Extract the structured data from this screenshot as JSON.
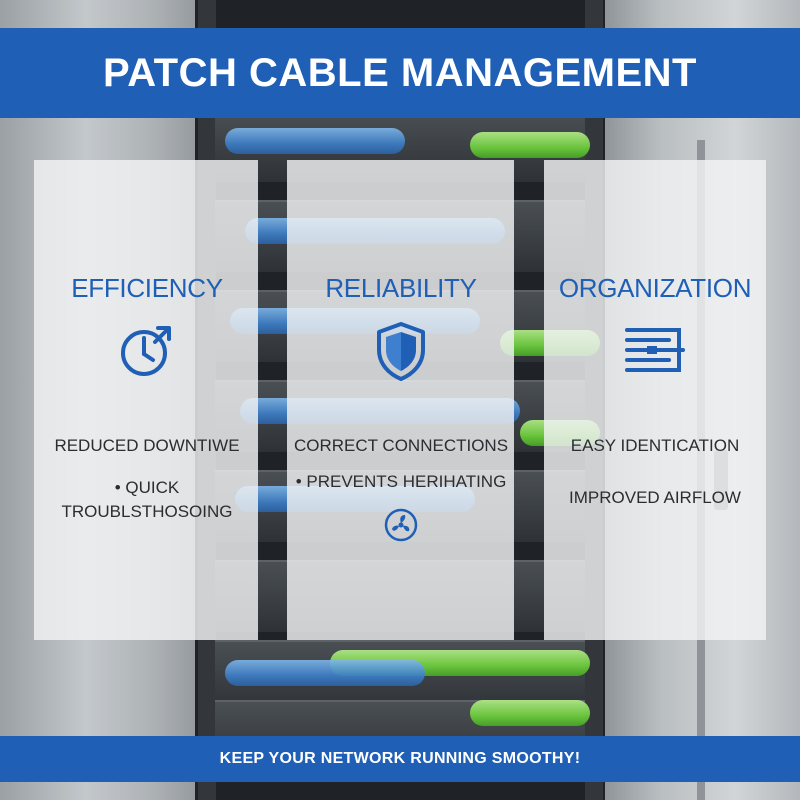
{
  "header": {
    "title": "PATCH CABLE MANAGEMENT"
  },
  "columns": [
    {
      "heading": "EFFICIENCY",
      "icon": "clock-arrow-icon",
      "items": [
        "REDUCED DOWNTIWE",
        "• QUICK TROUBLSTHOSOING"
      ]
    },
    {
      "heading": "RELIABILITY",
      "icon": "shield-icon",
      "items": [
        "CORRECT CONNECTIONS",
        "• PREVENTS HERIHATING"
      ],
      "extra_icon": "fan-icon"
    },
    {
      "heading": "ORGANIZATION",
      "icon": "cable-bundle-icon",
      "items": [
        "EASY IDENTICATION",
        "IMPROVED AIRFLOW"
      ]
    }
  ],
  "footer": {
    "tagline": "KEEP YOUR NETWORK RUNNING SMOOTHY!"
  },
  "colors": {
    "brand_blue": "#1f5fb5",
    "panel": "#f2f3f4",
    "cable_blue": "#3d7fc9",
    "cable_green": "#6fd33c"
  }
}
